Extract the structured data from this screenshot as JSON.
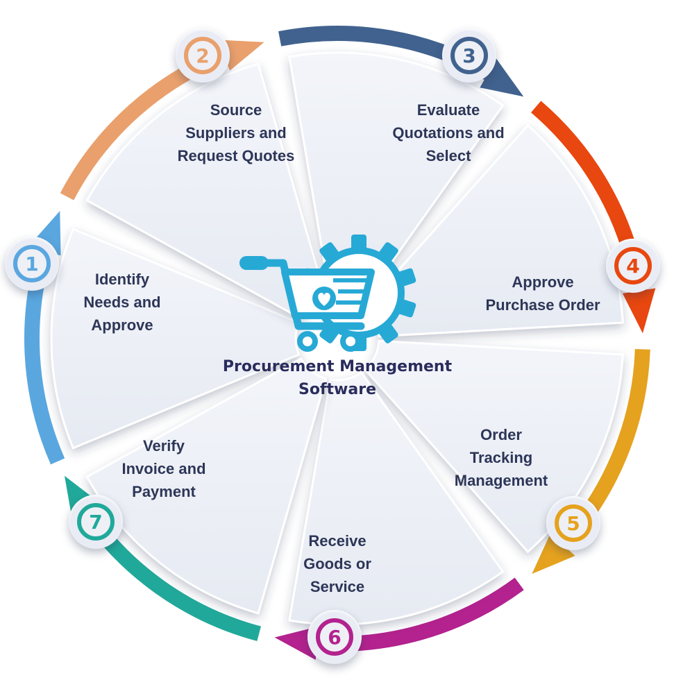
{
  "center": {
    "title_line1": "Procurement Management",
    "title_line2": "Software",
    "icon": "shopping-cart-gear-icon",
    "icon_color": "#27a9d6"
  },
  "steps": [
    {
      "number": "1",
      "lines": [
        "Identify",
        "Needs and",
        "Approve"
      ],
      "color": "#5aa7e0"
    },
    {
      "number": "2",
      "lines": [
        "Source",
        "Suppliers and",
        "Request Quotes"
      ],
      "color": "#e9a06c"
    },
    {
      "number": "3",
      "lines": [
        "Evaluate",
        "Quotations and",
        "Select"
      ],
      "color": "#41628e"
    },
    {
      "number": "4",
      "lines": [
        "Approve",
        "Purchase Order"
      ],
      "color": "#e8470f"
    },
    {
      "number": "5",
      "lines": [
        "Order",
        "Tracking",
        "Management"
      ],
      "color": "#e5a21e"
    },
    {
      "number": "6",
      "lines": [
        "Receive",
        "Goods or",
        "Service"
      ],
      "color": "#b3228e"
    },
    {
      "number": "7",
      "lines": [
        "Verify",
        "Invoice and",
        "Payment"
      ],
      "color": "#20a99a"
    }
  ]
}
